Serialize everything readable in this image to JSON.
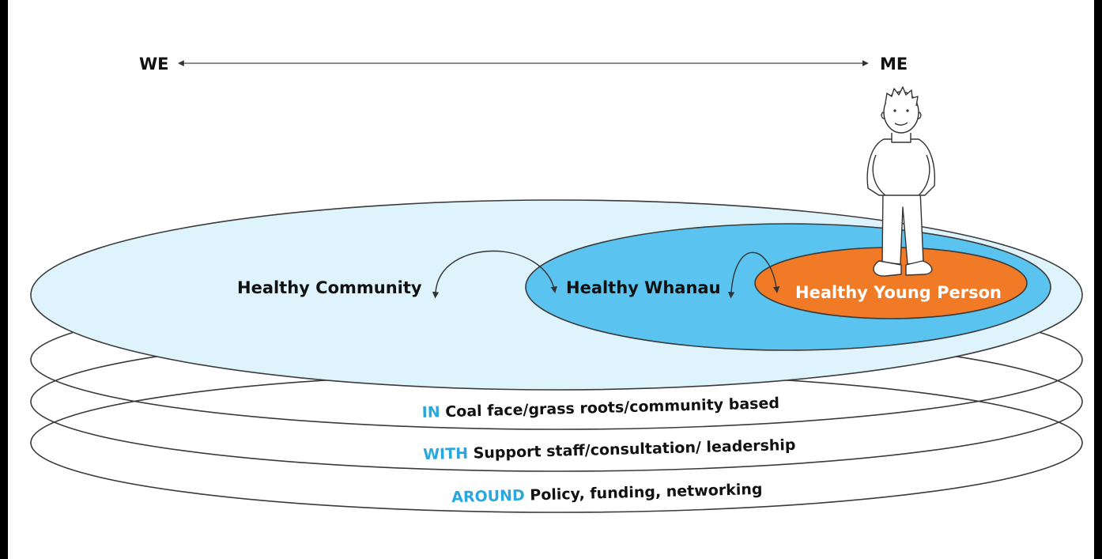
{
  "axis": {
    "left_label": "WE",
    "right_label": "ME"
  },
  "zones": {
    "community": "Healthy Community",
    "whanau": "Healthy Whanau",
    "young_person": "Healthy Young Person"
  },
  "layers": [
    {
      "keyword": "IN",
      "text": " Coal face/grass roots/community based"
    },
    {
      "keyword": "WITH",
      "text": " Support staff/consultation/ leadership"
    },
    {
      "keyword": "AROUND",
      "text": " Policy, funding, networking"
    }
  ],
  "colors": {
    "community_fill": "#dff3fc",
    "whanau_fill": "#5bc3ef",
    "young_person_fill": "#f07a26",
    "keyword": "#2aa8dd",
    "outline": "#3a3a3a"
  },
  "icons": {
    "person": "standing-person-icon"
  }
}
